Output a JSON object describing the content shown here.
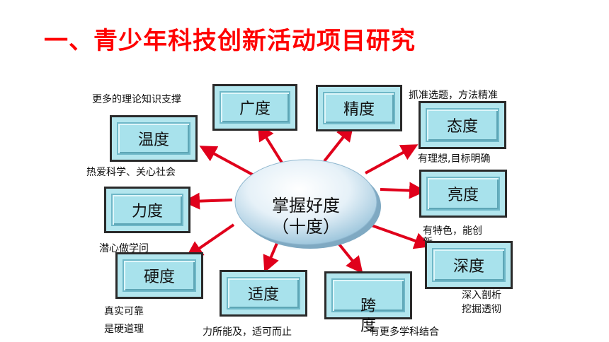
{
  "title": "一、青少年科技创新活动项目研究",
  "center": {
    "line1": "掌握好度",
    "line2": "（十度）"
  },
  "boxes": {
    "guangdu": "广度",
    "jingdu": "精度",
    "taidu": "态度",
    "wendu": "温度",
    "liangdu": "亮度",
    "lidu": "力度",
    "shendu": "深度",
    "yingdu": "硬度",
    "shidu": "适度",
    "kuadu_1": "跨",
    "kuadu_2": "度"
  },
  "notes": {
    "guangdu": "更多的理论知识支撑",
    "jingdu": "抓准选题，方法精准",
    "taidu": "有理想,目标明确",
    "wendu": "热爱科学、关心社会",
    "liangdu_1": "有特色，能创",
    "liangdu_2": "新",
    "lidu": "潜心做学问",
    "shendu_1": "深入剖析",
    "shendu_2": "挖掘透彻",
    "yingdu_1": "真实可靠",
    "yingdu_2": "是硬道理",
    "shidu": "力所能及，适可而止",
    "kuadu": "有更多学科结合"
  },
  "colors": {
    "title": "#ff0000",
    "arrow": "#e0001b",
    "box_fill": "#a8e2ec",
    "ellipse": "#cfe6f2"
  }
}
